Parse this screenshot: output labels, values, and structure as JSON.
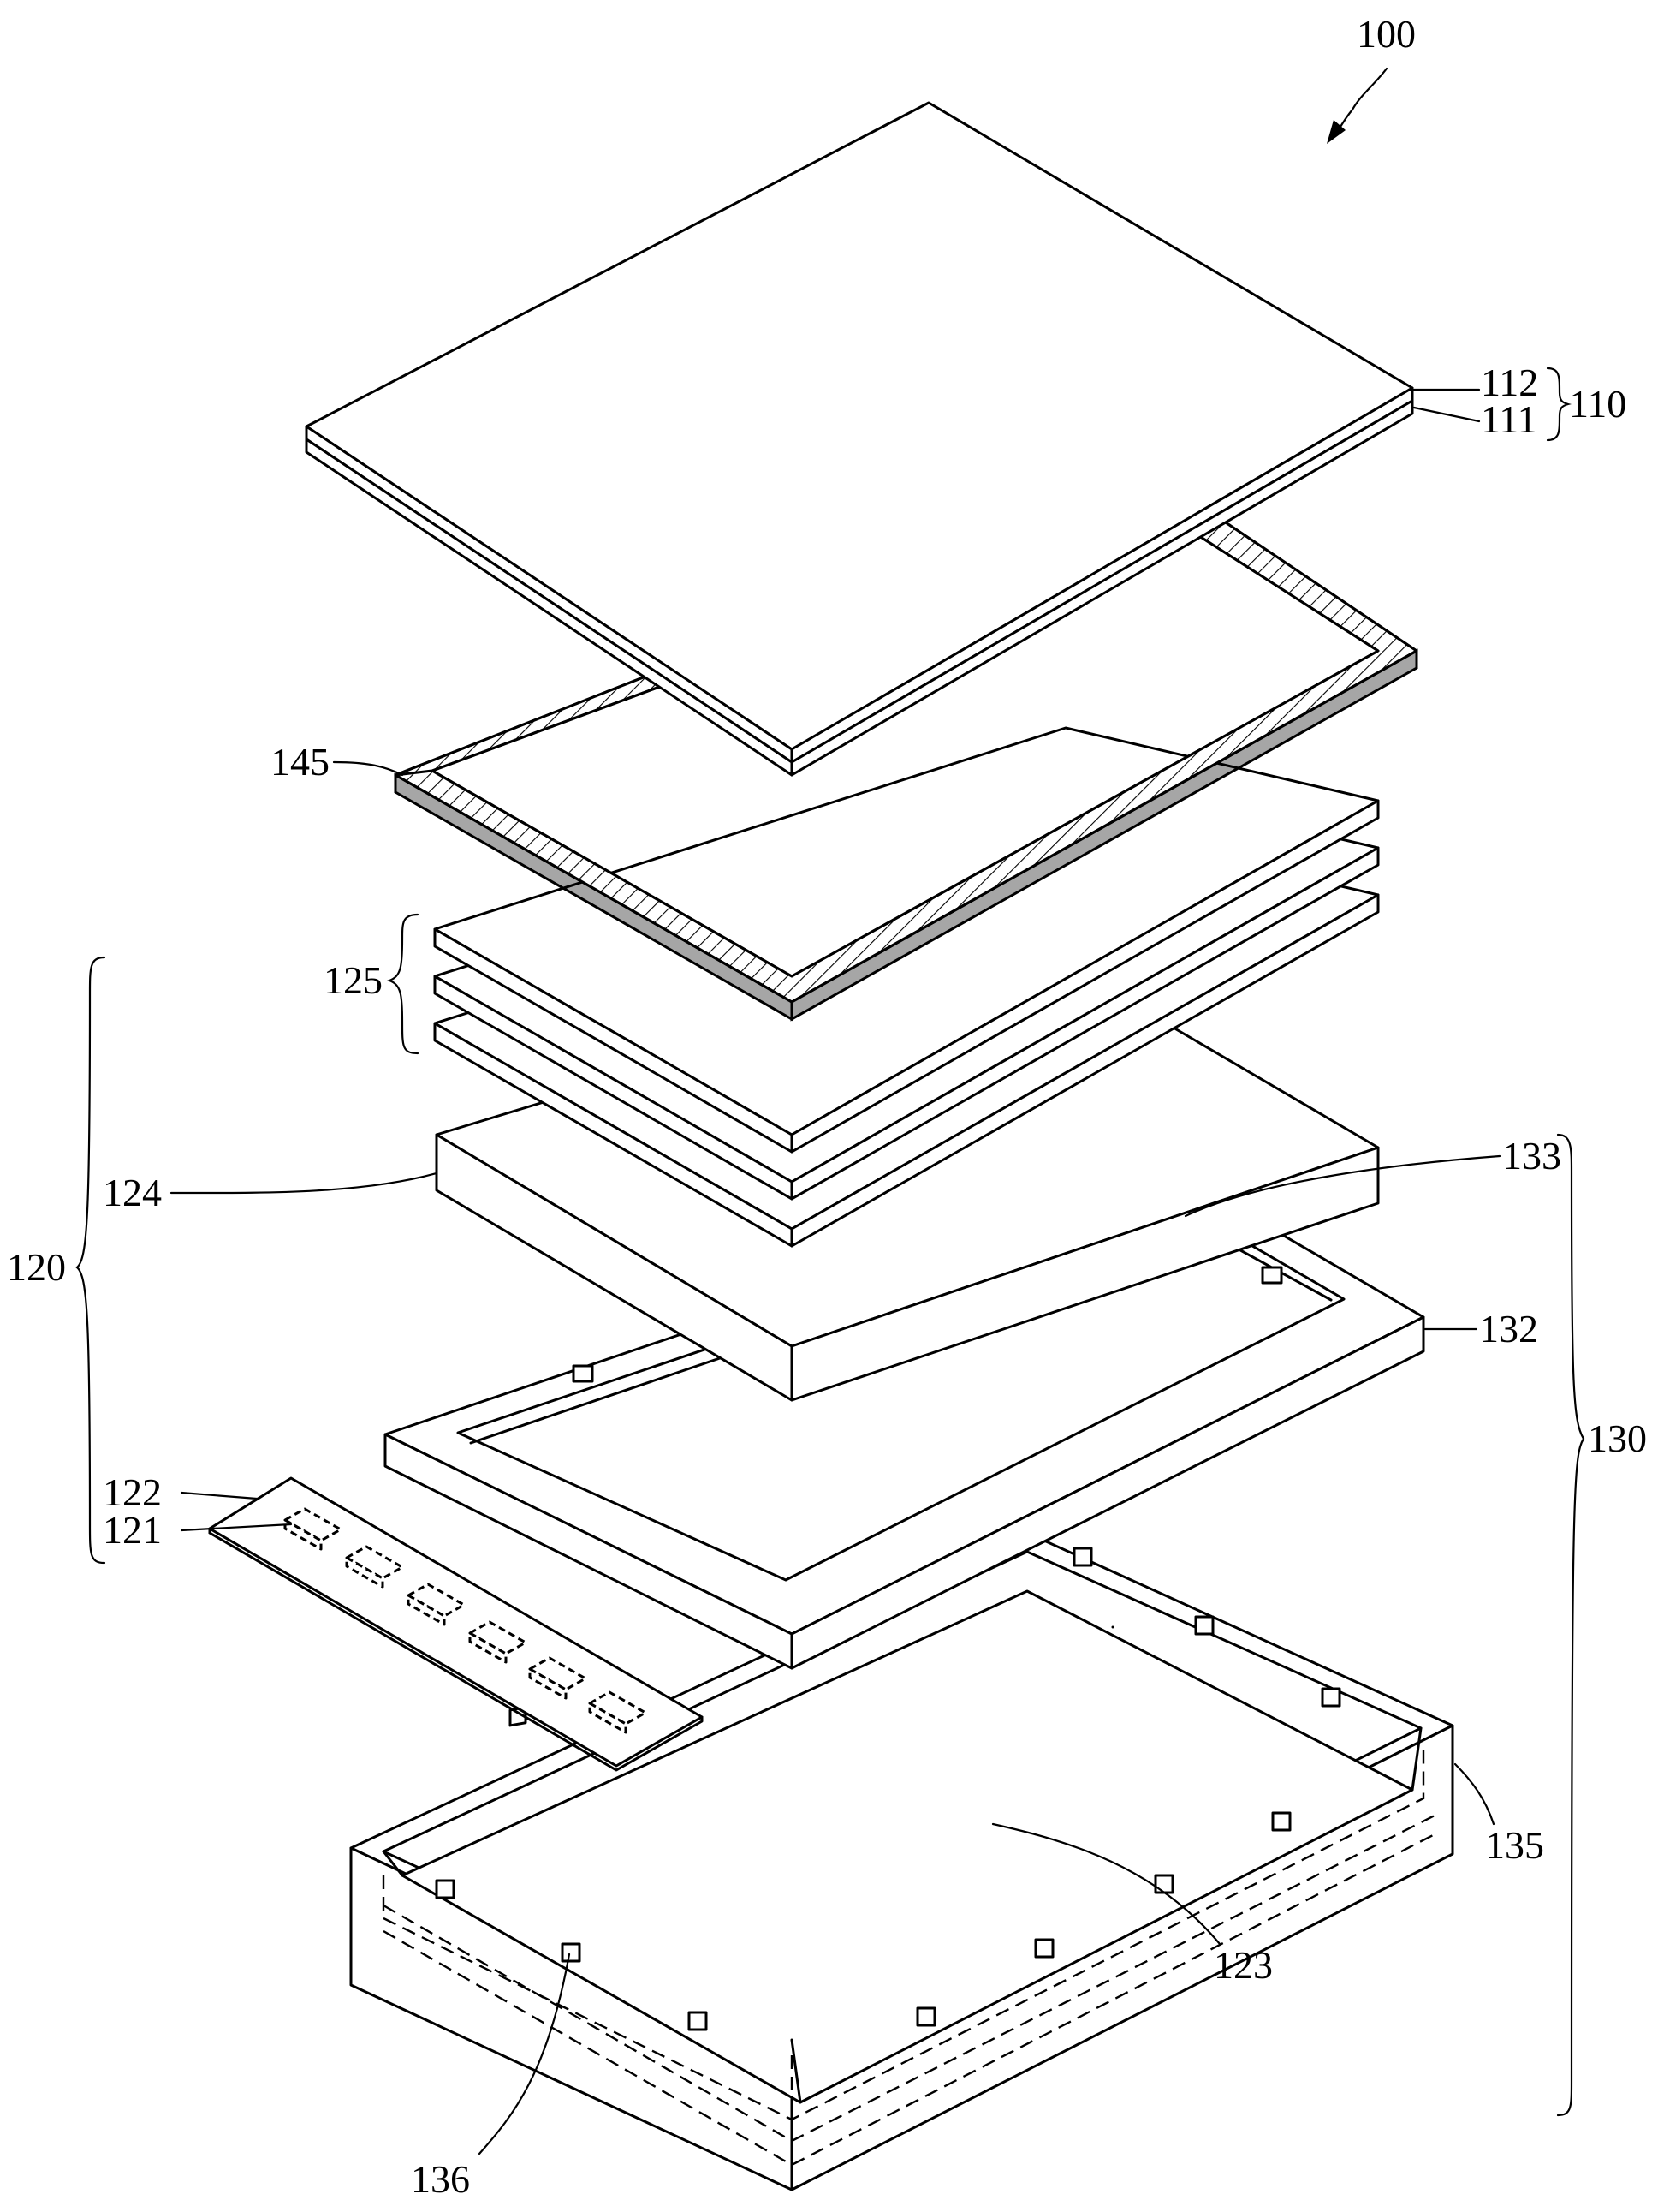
{
  "figure": {
    "labels": {
      "assembly": "100",
      "display_panel": "110",
      "upper_substrate": "112",
      "lower_substrate": "111",
      "adhesive_frame": "145",
      "optical_sheets": "125",
      "backlight_unit": "120",
      "light_guide_plate": "124",
      "light_source_board": "122",
      "light_sources": "121",
      "reflector": "123",
      "frame_unit": "130",
      "frame_holes": "133",
      "middle_frame": "132",
      "bottom_chassis": "135",
      "chassis_holes": "136"
    }
  }
}
